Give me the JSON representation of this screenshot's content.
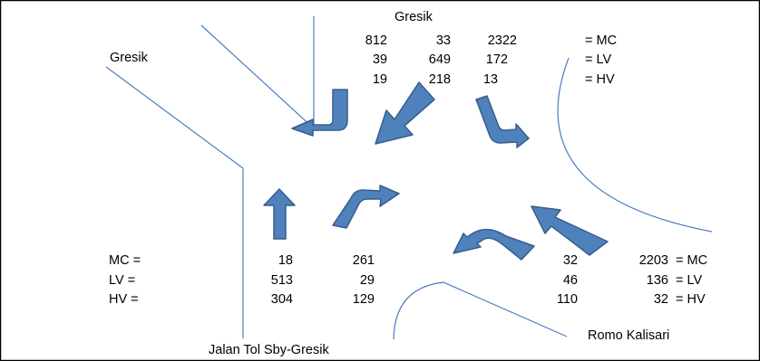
{
  "labels": {
    "top_road": "Gresik",
    "left_road": "Gresik",
    "bottom_left_road": "Jalan Tol Sby-Gresik",
    "bottom_right_road": "Romo Kalisari"
  },
  "north_approach": {
    "mc": [
      "812",
      "33",
      "2322"
    ],
    "lv": [
      "39",
      "649",
      "172"
    ],
    "hv": [
      "19",
      "218",
      "13"
    ],
    "mc_label": "= MC",
    "lv_label": "= LV",
    "hv_label": "= HV"
  },
  "south_approach": {
    "mc_label": "MC =",
    "lv_label": "LV =",
    "hv_label": "HV =",
    "mc": [
      "18",
      "261"
    ],
    "lv": [
      "513",
      "29"
    ],
    "hv": [
      "304",
      "129"
    ]
  },
  "east_approach": {
    "mc": [
      "32",
      "2203"
    ],
    "lv": [
      "46",
      "136"
    ],
    "hv": [
      "110",
      "32"
    ],
    "mc_label": "= MC",
    "lv_label": "= LV",
    "hv_label": "= HV"
  },
  "colors": {
    "road_line": "#4a7ebb",
    "arrow_fill": "#4f81bd",
    "arrow_stroke": "#385d8a",
    "frame": "#000000"
  }
}
